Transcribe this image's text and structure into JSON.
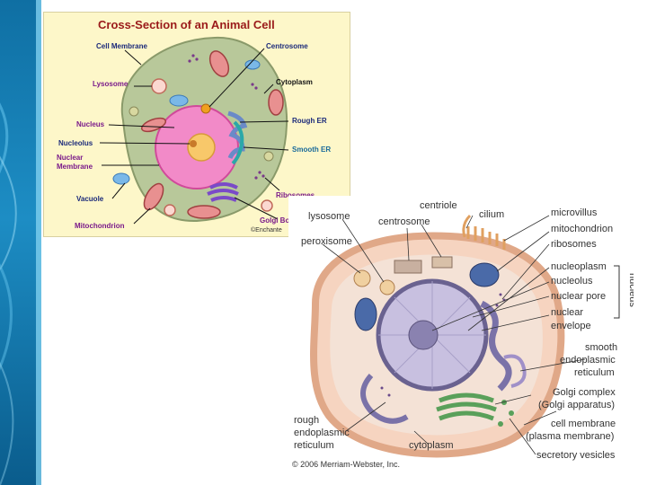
{
  "slide": {
    "sidebar_color": "#1a7fb8"
  },
  "panel1": {
    "title": "Cross-Section of an Animal Cell",
    "labels": {
      "cell_membrane": "Cell Membrane",
      "centrosome": "Centrosome",
      "lysosome": "Lysosome",
      "cytoplasm": "Cytoplasm",
      "nucleus": "Nucleus",
      "rough_er": "Rough ER",
      "nucleolus": "Nucleolus",
      "smooth_er": "Smooth ER",
      "nuclear": "Nuclear",
      "membrane": "Membrane",
      "vacuole": "Vacuole",
      "ribosomes": "Ribosomes",
      "mitochondrion": "Mitochondrion",
      "golgi": "Golgi Bo",
      "copyright": "©Enchante"
    },
    "label_colors": {
      "navy": "#1b2a7a",
      "purple": "#7a1a8a",
      "teal": "#1a6a9a",
      "dark": "#111111"
    }
  },
  "panel2": {
    "labels": {
      "centriole": "centriole",
      "lysosome": "lysosome",
      "centrosome": "centrosome",
      "cilium": "cilium",
      "microvillus": "microvillus",
      "mitochondrion": "mitochondrion",
      "peroxisome": "peroxisome",
      "ribosomes": "ribosomes",
      "nucleoplasm": "nucleoplasm",
      "nucleolus": "nucleolus",
      "nuclear_pore": "nuclear pore",
      "nuclear": "nuclear",
      "envelope": "envelope",
      "nucleus": "nucleus",
      "smooth": "smooth",
      "endoplasmic": "endoplasmic",
      "reticulum": "reticulum",
      "golgi_complex": "Golgi complex",
      "golgi_apparatus": "(Golgi apparatus)",
      "rough": "rough",
      "rough_endoplasmic": "endoplasmic",
      "rough_reticulum": "reticulum",
      "cell_membrane": "cell membrane",
      "plasma_membrane": "(plasma membrane)",
      "cytoplasm": "cytoplasm",
      "secretory_vesicles": "secretory vesicles",
      "copyright": "© 2006 Merriam-Webster, Inc."
    }
  }
}
